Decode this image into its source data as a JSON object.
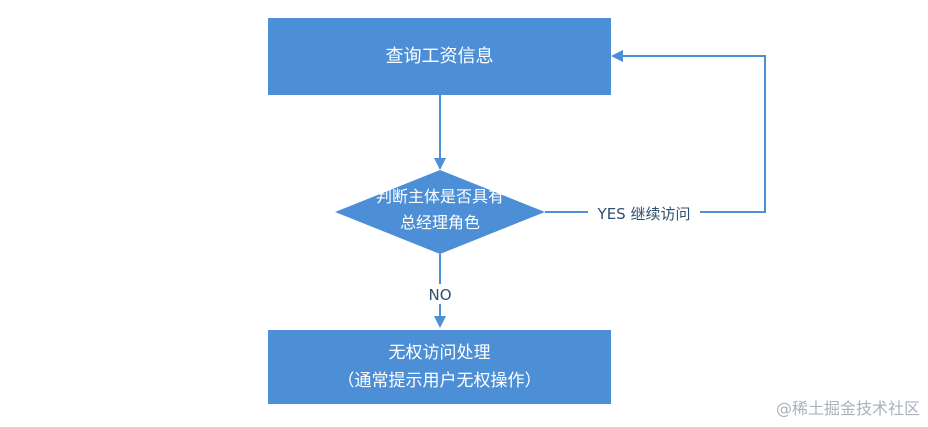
{
  "nodes": {
    "query": {
      "label": "查询工资信息"
    },
    "decision": {
      "line1": "判断主体是否具有",
      "line2": "总经理角色"
    },
    "deny": {
      "line1": "无权访问处理",
      "line2": "（通常提示用户无权操作）"
    }
  },
  "edges": {
    "yes_label": "YES 继续访问",
    "no_label": "NO"
  },
  "watermark": "@稀土掘金技术社区",
  "colors": {
    "box_fill": "#4d8fd6",
    "line": "#4d8fd6",
    "text_on_box": "#ffffff"
  }
}
